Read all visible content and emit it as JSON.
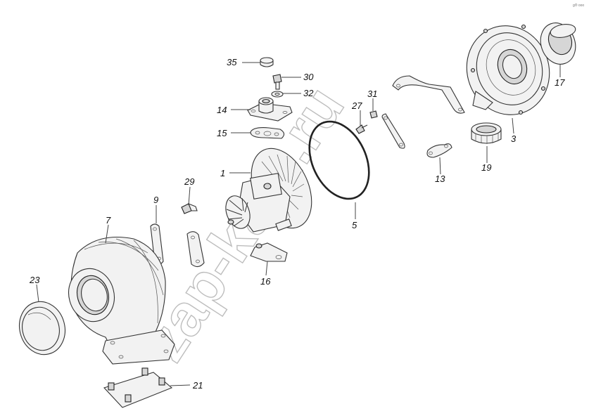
{
  "watermark": "zap-kam.ru",
  "corner_mark": "g® ooo",
  "callouts": [
    {
      "id": "35",
      "part": "cap"
    },
    {
      "id": "30",
      "part": "bolt"
    },
    {
      "id": "32",
      "part": "washer"
    },
    {
      "id": "14",
      "part": "oil-drain-flange"
    },
    {
      "id": "15",
      "part": "flange-gasket"
    },
    {
      "id": "1",
      "part": "cartridge"
    },
    {
      "id": "29",
      "part": "fitting"
    },
    {
      "id": "9",
      "part": "gasket-left"
    },
    {
      "id": "7",
      "part": "turbine-housing"
    },
    {
      "id": "23",
      "part": "turbine-cover"
    },
    {
      "id": "16",
      "part": "oil-return-flange"
    },
    {
      "id": "21",
      "part": "outlet-plate"
    },
    {
      "id": "5",
      "part": "o-ring"
    },
    {
      "id": "27",
      "part": "screw"
    },
    {
      "id": "31",
      "part": "nut"
    },
    {
      "id": "13",
      "part": "clamp-plate"
    },
    {
      "id": "19",
      "part": "compressor-cap"
    },
    {
      "id": "3",
      "part": "compressor-housing"
    },
    {
      "id": "17",
      "part": "compressor-inlet-cap"
    }
  ]
}
